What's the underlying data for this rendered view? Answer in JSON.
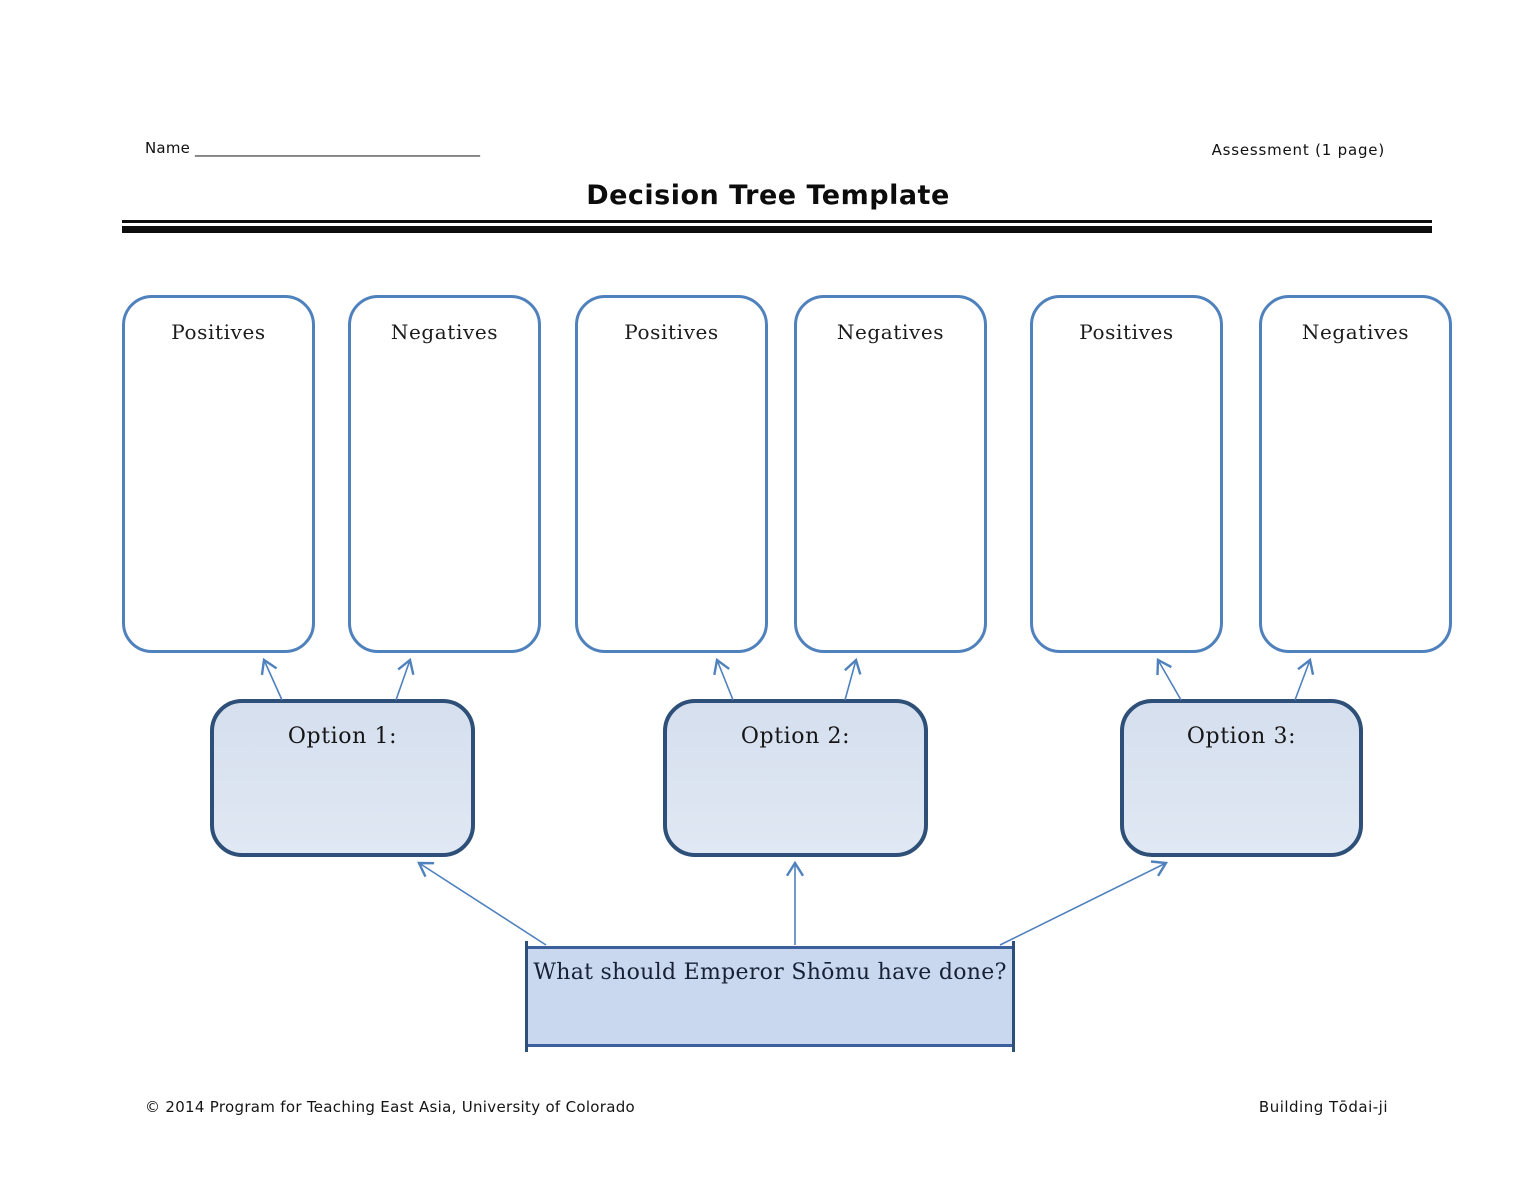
{
  "header": {
    "name_label": "Name",
    "name_line": "______________________________________",
    "assessment": "Assessment (1 page)"
  },
  "title": "Decision Tree Template",
  "tree": {
    "outcomes": [
      {
        "label": "Positives"
      },
      {
        "label": "Negatives"
      },
      {
        "label": "Positives"
      },
      {
        "label": "Negatives"
      },
      {
        "label": "Positives"
      },
      {
        "label": "Negatives"
      }
    ],
    "options": [
      {
        "label": "Option 1:"
      },
      {
        "label": "Option 2:"
      },
      {
        "label": "Option 3:"
      }
    ],
    "question": "What should Emperor Shōmu have done?"
  },
  "footer": {
    "left": "© 2014 Program for Teaching East Asia, University of Colorado",
    "right": "Building Tōdai-ji"
  },
  "colors": {
    "outcome_border": "#4f81bd",
    "option_border": "#2e4f78",
    "option_fill": "#dbe3f1",
    "question_border": "#3b609b",
    "question_fill": "#c9d8ef",
    "arrow": "#4f81bd",
    "rule": "#0e0e0e"
  }
}
